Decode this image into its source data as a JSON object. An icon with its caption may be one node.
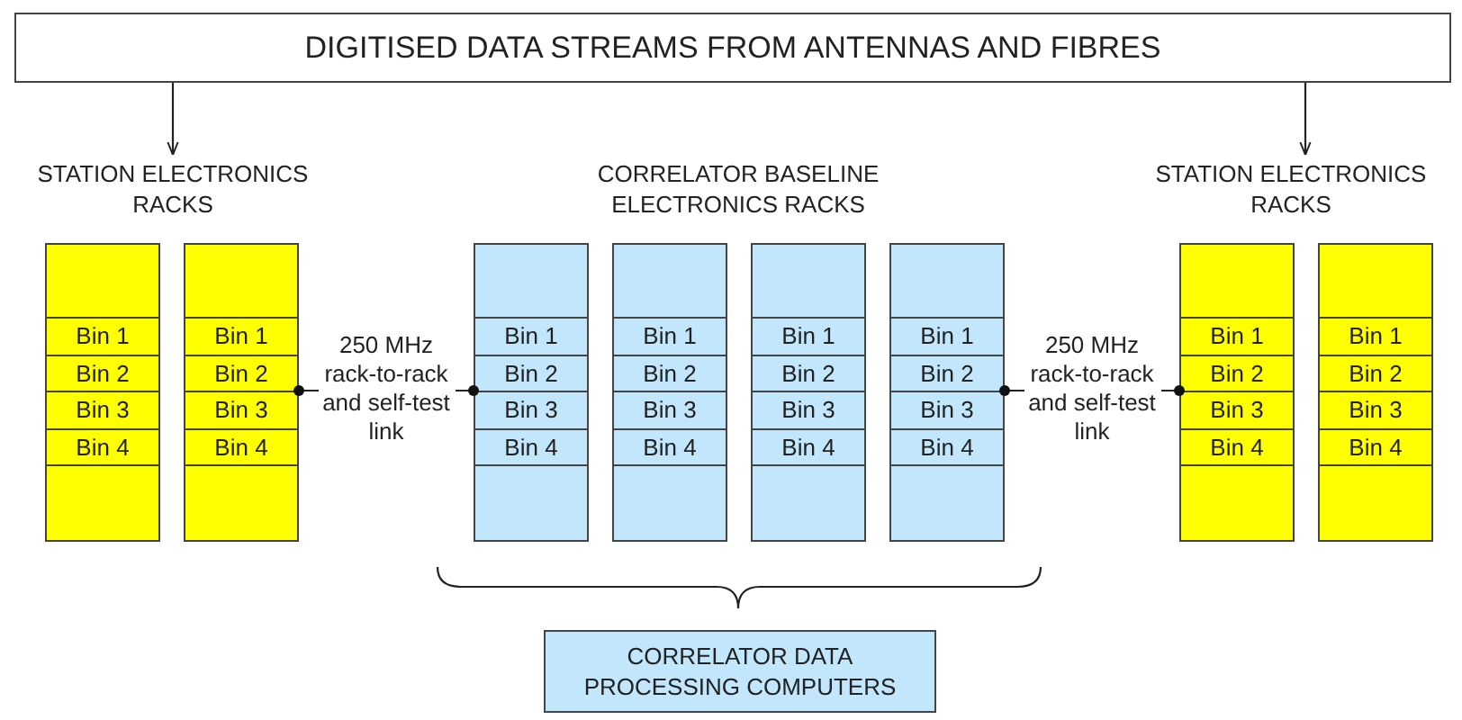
{
  "diagram": {
    "nodes": [
      {
        "text": [
          "DIGITISED DATA STREAMS FROM ANTENNAS AND FIBRES"
        ]
      },
      {
        "text": [
          "STATION ELECTRONICS RACKS"
        ]
      },
      {
        "text": [
          "STATION ELECTRONICS RACKS"
        ]
      },
      {
        "text": [],
        "shape": "box"
      },
      {
        "text": [
          "Bin 1"
        ],
        "in": 3
      },
      {
        "text": [
          "Bin 2"
        ],
        "in": 3
      },
      {
        "text": [
          "Bin 3"
        ],
        "in": 3
      },
      {
        "text": [
          "Bin 4"
        ],
        "in": 3
      },
      {
        "text": [],
        "shape": "box"
      },
      {
        "text": [
          "Bin 1"
        ],
        "in": 8
      },
      {
        "text": [
          "Bin 2"
        ],
        "in": 8
      },
      {
        "text": [
          "Bin 3"
        ],
        "in": 8
      },
      {
        "text": [
          "Bin 4"
        ],
        "in": 8
      },
      {
        "text": [],
        "shape": "box"
      },
      {
        "text": [
          "Bin 1"
        ],
        "in": 13
      },
      {
        "text": [
          "Bin 2"
        ],
        "in": 13
      },
      {
        "text": [
          "Bin 3"
        ],
        "in": 13
      },
      {
        "text": [
          "Bin 4"
        ],
        "in": 13
      },
      {
        "text": [],
        "shape": "box"
      },
      {
        "text": [
          "Bin 1"
        ],
        "in": 18
      },
      {
        "text": [
          "Bin 2"
        ],
        "in": 18
      },
      {
        "text": [
          "Bin 3"
        ],
        "in": 18
      },
      {
        "text": [
          "Bin 4"
        ],
        "in": 18
      },
      {
        "text": [],
        "shape": "box"
      },
      {
        "text": [
          "Bin 1"
        ],
        "in": 23
      },
      {
        "text": [
          "Bin 2"
        ],
        "in": 23
      },
      {
        "text": [
          "Bin 3"
        ],
        "in": 23
      },
      {
        "text": [
          "Bin 4"
        ],
        "in": 23
      },
      {
        "text": [],
        "shape": "box"
      },
      {
        "text": [
          "Bin 1"
        ],
        "in": 28
      },
      {
        "text": [
          "Bin 2"
        ],
        "in": 28
      },
      {
        "text": [
          "Bin 3"
        ],
        "in": 28
      },
      {
        "text": [
          "Bin 4"
        ],
        "in": 28
      },
      {
        "text": [],
        "shape": "box"
      },
      {
        "text": [
          "Bin 1"
        ],
        "in": 33
      },
      {
        "text": [
          "Bin 2"
        ],
        "in": 33
      },
      {
        "text": [
          "Bin 3"
        ],
        "in": 33
      },
      {
        "text": [
          "Bin 4"
        ],
        "in": 33
      },
      {
        "text": [],
        "shape": "box"
      },
      {
        "text": [
          "Bin 1"
        ],
        "in": 38
      },
      {
        "text": [
          "Bin 2"
        ],
        "in": 38
      },
      {
        "text": [
          "Bin 3"
        ],
        "in": 38
      },
      {
        "text": [
          "Bin 4"
        ],
        "in": 38
      },
      {
        "text": [
          "CORRELATOR DATA PROCESSING COMPUTERS"
        ]
      }
    ],
    "edges": [
      {
        "from": 0,
        "to": 1,
        "arrow": "to"
      },
      {
        "from": 0,
        "to": 2,
        "arrow": "to"
      },
      {
        "from": 8,
        "to": 13,
        "arrow": "other",
        "label": "250 MHz rack-to-rack and self-test link"
      },
      {
        "from": 28,
        "to": 33,
        "arrow": "other",
        "label": "250 MHz rack-to-rack and self-test link"
      }
    ],
    "labels": [
      "CORRELATOR BASELINE ELECTRONICS RACKS"
    ]
  }
}
